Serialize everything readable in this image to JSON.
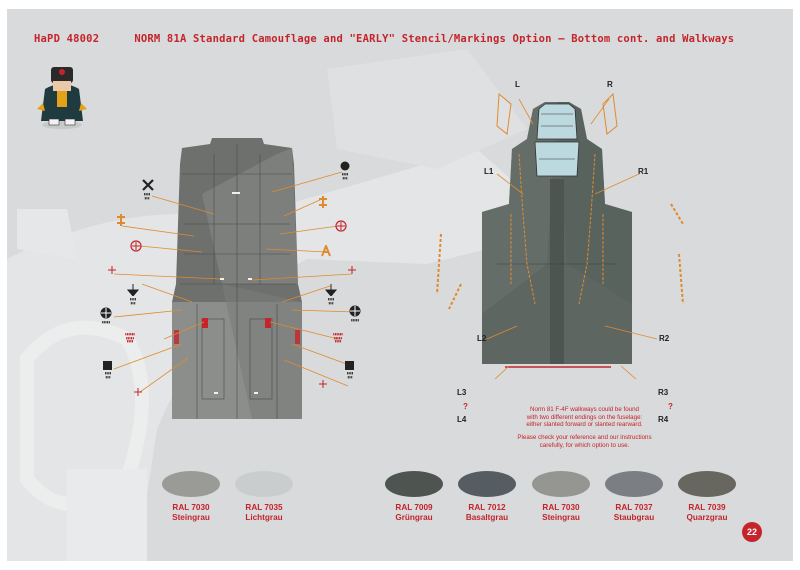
{
  "header": {
    "kit_code": "HaPD 48002",
    "title": "NORM 81A Standard Camouflage and \"EARLY\" Stencil/Markings Option – Bottom cont. and Walkways"
  },
  "callouts": {
    "L": "L",
    "R": "R",
    "L1": "L1",
    "R1": "R1",
    "L2": "L2",
    "R2": "R2",
    "L3": "L3",
    "R3": "R3",
    "L4": "L4",
    "R4": "R4",
    "q_left": "?",
    "q_right": "?"
  },
  "note": {
    "para1": [
      "Norm 81 F-4F walkways could be found",
      "with two different endings on the fuselage:",
      "either slanted forward or slanted rearward."
    ],
    "para2": [
      "Please check your reference and our instructions",
      "carefully, for which option to use."
    ]
  },
  "swatches": [
    {
      "code": "RAL 7030",
      "name": "Steingrau",
      "color": "#9a9a97"
    },
    {
      "code": "RAL 7035",
      "name": "Lichtgrau",
      "color": "#c9cdcd"
    },
    {
      "code": "RAL 7009",
      "name": "Grüngrau",
      "color": "#4e5550"
    },
    {
      "code": "RAL 7012",
      "name": "Basaltgrau",
      "color": "#555c62"
    },
    {
      "code": "RAL 7030",
      "name": "Steingrau",
      "color": "#959592"
    },
    {
      "code": "RAL 7037",
      "name": "Staubgrau",
      "color": "#7b7f83"
    },
    {
      "code": "RAL 7039",
      "name": "Quarzgrau",
      "color": "#67665f"
    }
  ],
  "page_number": "22",
  "colors": {
    "accent_red": "#c4242a",
    "page_background": "#d9dadc",
    "walkway_orange": "#e08a2e"
  },
  "icons": [
    "mascot-character",
    "background-figure-silhouette",
    "stencil-warning-icons"
  ]
}
